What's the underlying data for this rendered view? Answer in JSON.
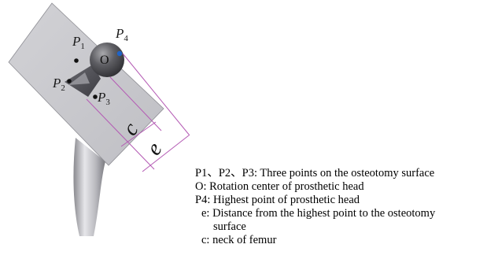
{
  "diagram": {
    "point_labels": [
      {
        "id": "p1",
        "letter": "P",
        "sub": "1"
      },
      {
        "id": "p2",
        "letter": "P",
        "sub": "2"
      },
      {
        "id": "p3",
        "letter": "P",
        "sub": "3"
      },
      {
        "id": "p4",
        "letter": "P",
        "sub": "4"
      }
    ],
    "center_label": "O",
    "dimension_labels": {
      "c": "c",
      "e": "e"
    },
    "colors": {
      "plane": "#c8c8cc",
      "plane_edge": "#8e8e94",
      "femur_shaft": "#b5b5b9",
      "head_sphere": "#4a4a4e",
      "highest_point": "#1f64c8",
      "dimension_lines": "#b45ab4",
      "points": "#111111"
    }
  },
  "legend": {
    "line1": "P1、P2、P3: Three points on the osteotomy surface",
    "line2": "O: Rotation center of prosthetic head",
    "line3": "P4: Highest point of prosthetic head",
    "line4a": "e: Distance from the highest point to the osteotomy",
    "line4b": "surface",
    "line5": "c: neck of femur"
  }
}
